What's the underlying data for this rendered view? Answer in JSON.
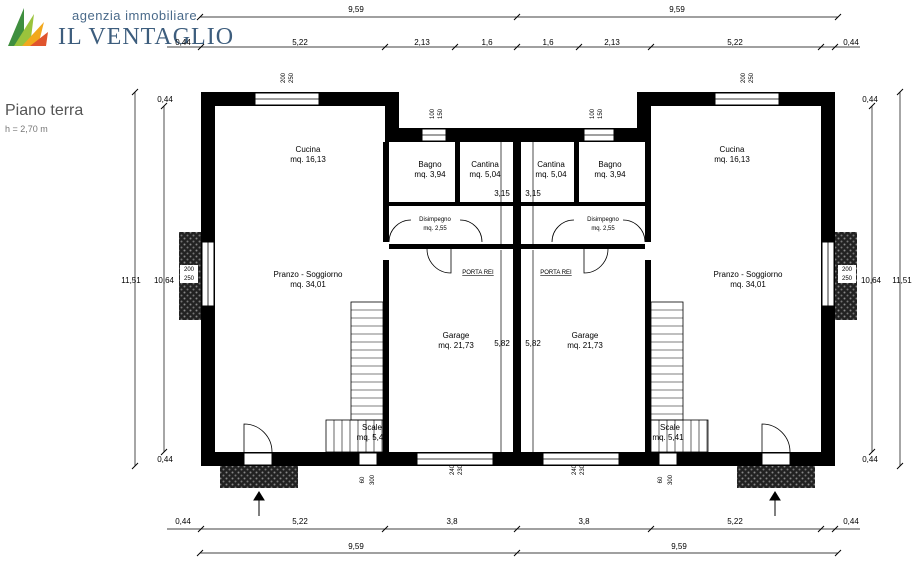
{
  "logo": {
    "tagline": "agenzia immobiliare",
    "name": "IL VENTAGLIO"
  },
  "floor": {
    "title": "Piano terra",
    "height_note": "h = 2,70 m"
  },
  "rooms": {
    "cucina_left": {
      "name": "Cucina",
      "area": "mq. 16,13"
    },
    "cucina_right": {
      "name": "Cucina",
      "area": "mq. 16,13"
    },
    "bagno_left": {
      "name": "Bagno",
      "area": "mq. 3,94"
    },
    "bagno_right": {
      "name": "Bagno",
      "area": "mq. 3,94"
    },
    "cantina_left": {
      "name": "Cantina",
      "area": "mq. 5,04"
    },
    "cantina_right": {
      "name": "Cantina",
      "area": "mq. 5,04"
    },
    "disimpegno_left": {
      "name": "Disimpegno",
      "area": "mq. 2,55"
    },
    "disimpegno_right": {
      "name": "Disimpegno",
      "area": "mq. 2,55"
    },
    "soggiorno_left": {
      "name": "Pranzo - Soggiorno",
      "area": "mq. 34,01"
    },
    "soggiorno_right": {
      "name": "Pranzo - Soggiorno",
      "area": "mq. 34,01"
    },
    "garage_left": {
      "name": "Garage",
      "area": "mq. 21,73"
    },
    "garage_right": {
      "name": "Garage",
      "area": "mq. 21,73"
    },
    "scale_left": {
      "name": "Scale",
      "area": "mq. 5,4"
    },
    "scale_right": {
      "name": "Scale",
      "area": "mq. 5,41"
    },
    "porta_rei": "PORTA REI"
  },
  "dimensions": {
    "top_total": [
      "9,59",
      "9,59"
    ],
    "top_row": [
      "0,44",
      "5,22",
      "2,13",
      "1,6",
      "1,6",
      "2,13",
      "5,22",
      "0,44"
    ],
    "bottom_row": [
      "0,44",
      "5,22",
      "3,8",
      "3,8",
      "5,22",
      "0,44"
    ],
    "bottom_total": [
      "9,59",
      "9,59"
    ],
    "side_total": "11,51",
    "side_inner": "10,64",
    "side_wall": "0,44",
    "inner_heights": [
      "3,15",
      "3,15",
      "5,82",
      "5,82"
    ],
    "openings": {
      "kitchen_window": [
        "200",
        "250"
      ],
      "small_window": [
        "100",
        "150"
      ],
      "side_window": [
        "200",
        "250"
      ],
      "garage_door": [
        "240",
        "230"
      ],
      "scale_window": [
        "60",
        "300"
      ]
    }
  }
}
